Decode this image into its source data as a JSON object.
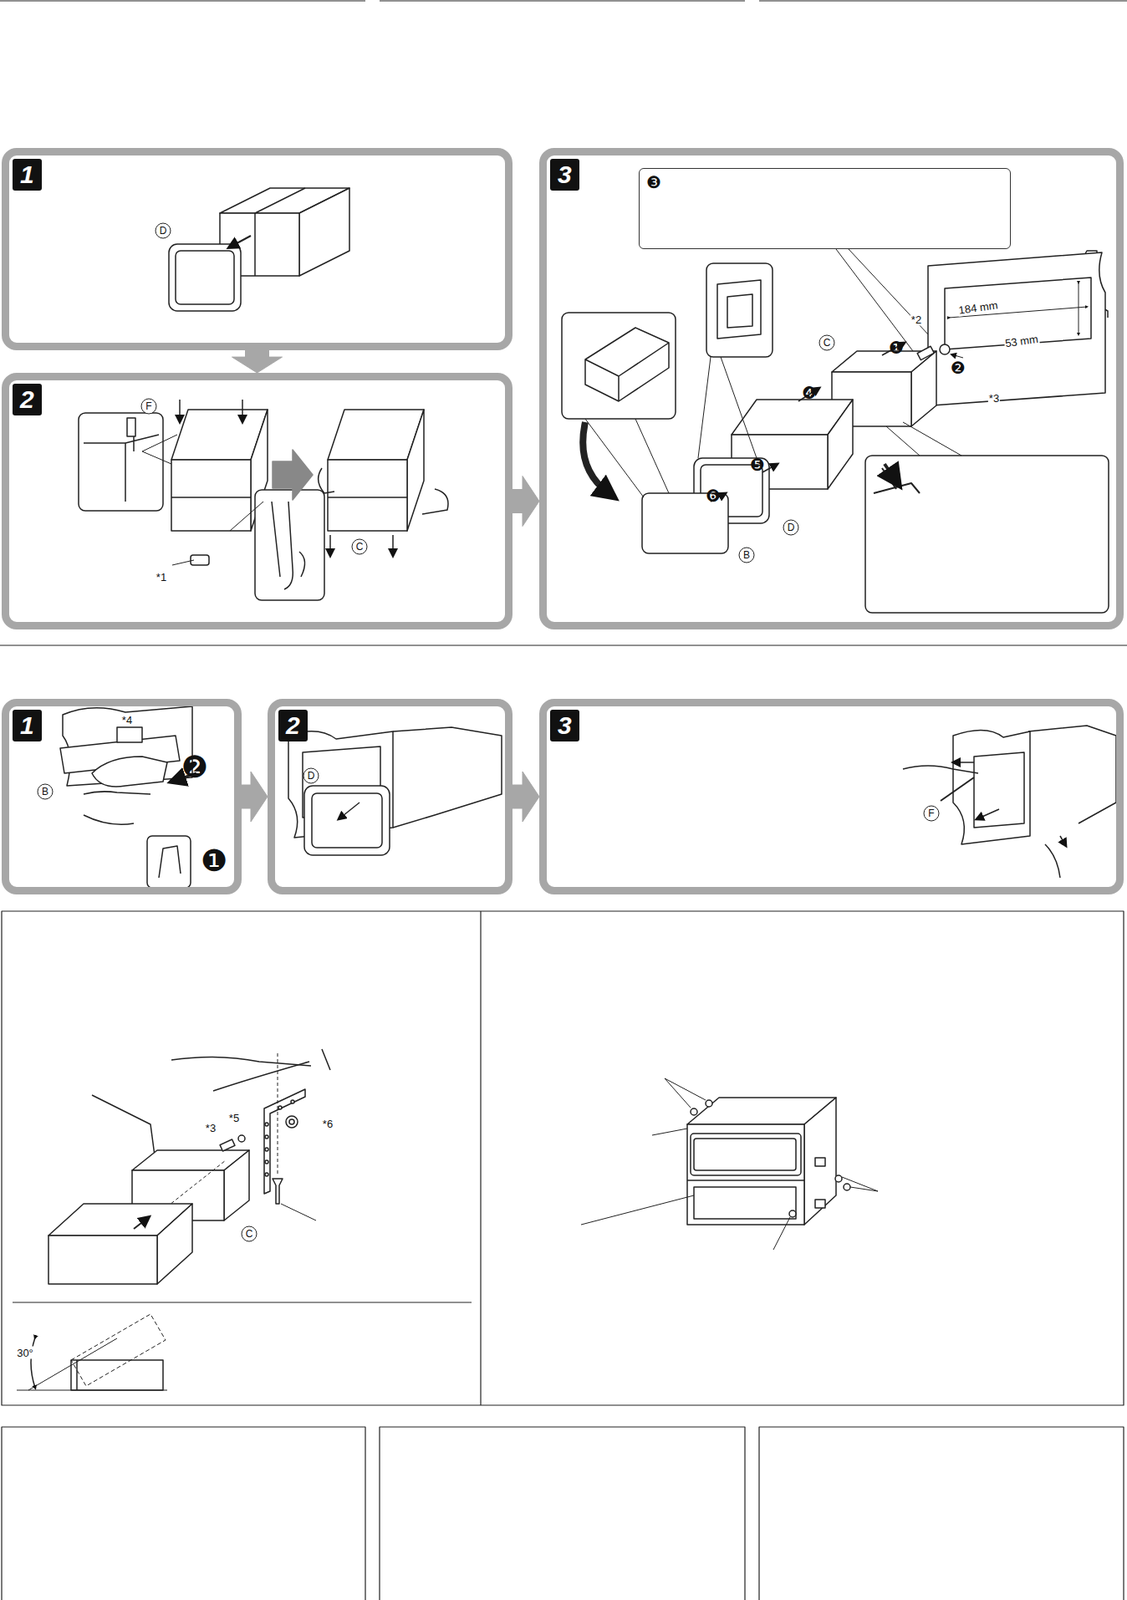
{
  "diagram": {
    "nodes": [
      {
        "text": [
          "1"
        ]
      },
      {
        "text": [
          "2"
        ]
      },
      {
        "text": [
          "3"
        ]
      },
      {
        "text": [
          "❸"
        ],
        "in": 2
      },
      {
        "text": [
          "1"
        ]
      },
      {
        "text": [
          "2"
        ]
      },
      {
        "text": [
          "3"
        ]
      }
    ],
    "edges": [
      {
        "from": 0,
        "to": 1,
        "arrow": "to"
      },
      {
        "from": 1,
        "to": 2,
        "arrow": "to"
      },
      {
        "from": 4,
        "to": 5,
        "arrow": "to"
      },
      {
        "from": 5,
        "to": 6,
        "arrow": "to"
      }
    ],
    "labels": [
      "D",
      "F",
      "*1",
      "C",
      "*2",
      "184 mm",
      "53 mm",
      "*3",
      "C",
      "❶",
      "❷",
      "❹",
      "❺",
      "❻",
      "D",
      "B",
      "*4",
      "B",
      "❷",
      "❶",
      "D",
      "F",
      "*3",
      "*5",
      "*6",
      "C",
      "30°"
    ]
  }
}
